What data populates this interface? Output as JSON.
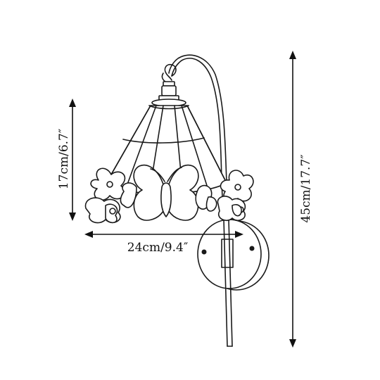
{
  "dimensions": {
    "height_shade": "17cm/6.7″",
    "width": "24cm/9.4″",
    "height_total": "45cm/17.7″"
  },
  "colors": {
    "line": "#1a1a1a",
    "background": "#ffffff"
  }
}
